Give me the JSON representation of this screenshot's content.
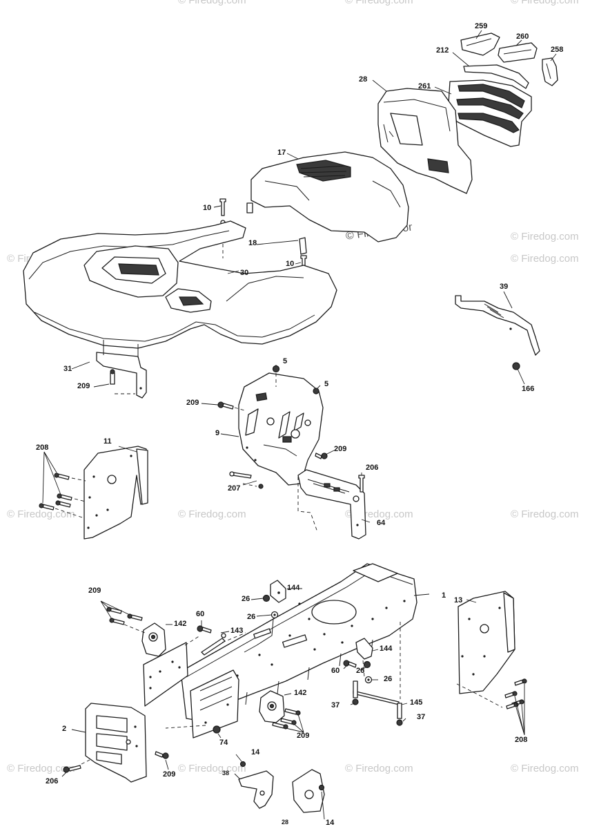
{
  "watermark_text": "© Firedog.com",
  "watermark_text_partial": "© Firedog.cor",
  "callouts": {
    "c259": "259",
    "c260": "260",
    "c212": "212",
    "c258": "258",
    "c28": "28",
    "c261": "261",
    "c17": "17",
    "c10a": "10",
    "c18": "18",
    "c10b": "10",
    "c30": "30",
    "c39": "39",
    "c166": "166",
    "c31": "31",
    "c209a": "209",
    "c5a": "5",
    "c5b": "5",
    "c209b": "209",
    "c9": "9",
    "c208a": "208",
    "c11": "11",
    "c209c": "209",
    "c206a": "206",
    "c207": "207",
    "c64": "64",
    "c1": "1",
    "c209d": "209",
    "c144a": "144",
    "c26a": "26",
    "c26b": "26",
    "c60a": "60",
    "c142a": "142",
    "c143": "143",
    "c13": "13",
    "c144b": "144",
    "c60b": "60",
    "c26c": "26",
    "c26d": "26",
    "c37a": "37",
    "c145": "145",
    "c37b": "37",
    "c142b": "142",
    "c209e": "209",
    "c208b": "208",
    "c2": "2",
    "c74": "74",
    "c14a": "14",
    "c38": "38",
    "c206b": "206",
    "c209f": "209",
    "c28b": "28",
    "c14b": "14"
  }
}
